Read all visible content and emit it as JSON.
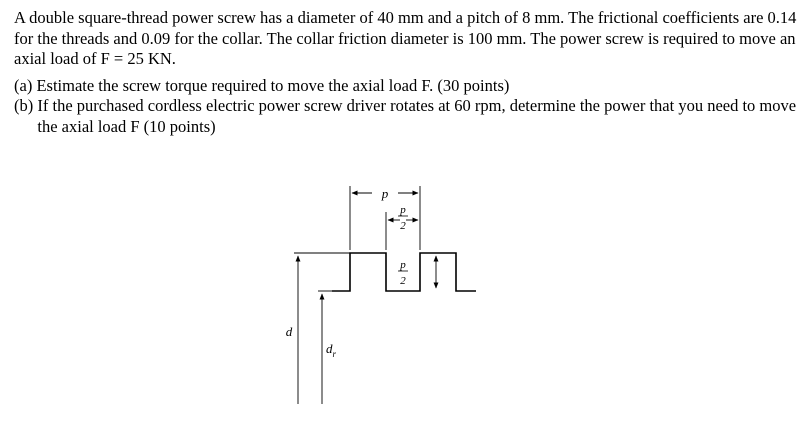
{
  "problem": {
    "intro": "A double square-thread power screw has a diameter of 40 mm and a pitch of 8 mm. The frictional coefficients are 0.14 for the threads and 0.09 for the collar. The collar friction diameter is 100 mm. The power screw is required to move an axial load of F = 25 KN.",
    "parts": [
      {
        "label": "(a) ",
        "text": "Estimate the screw torque required to move the axial load F. (30 points)"
      },
      {
        "label": "(b) ",
        "text": "If the purchased cordless electric power screw driver rotates at 60 rpm, determine the power that you need to move the axial load F (10 points)"
      }
    ]
  },
  "figure": {
    "pitch_label": "p",
    "half_pitch_num": "p",
    "half_pitch_den": "2",
    "depth_num": "p",
    "depth_den": "2",
    "major_diameter_label": "d",
    "root_diameter_label": "d",
    "root_diameter_sub": "r"
  }
}
